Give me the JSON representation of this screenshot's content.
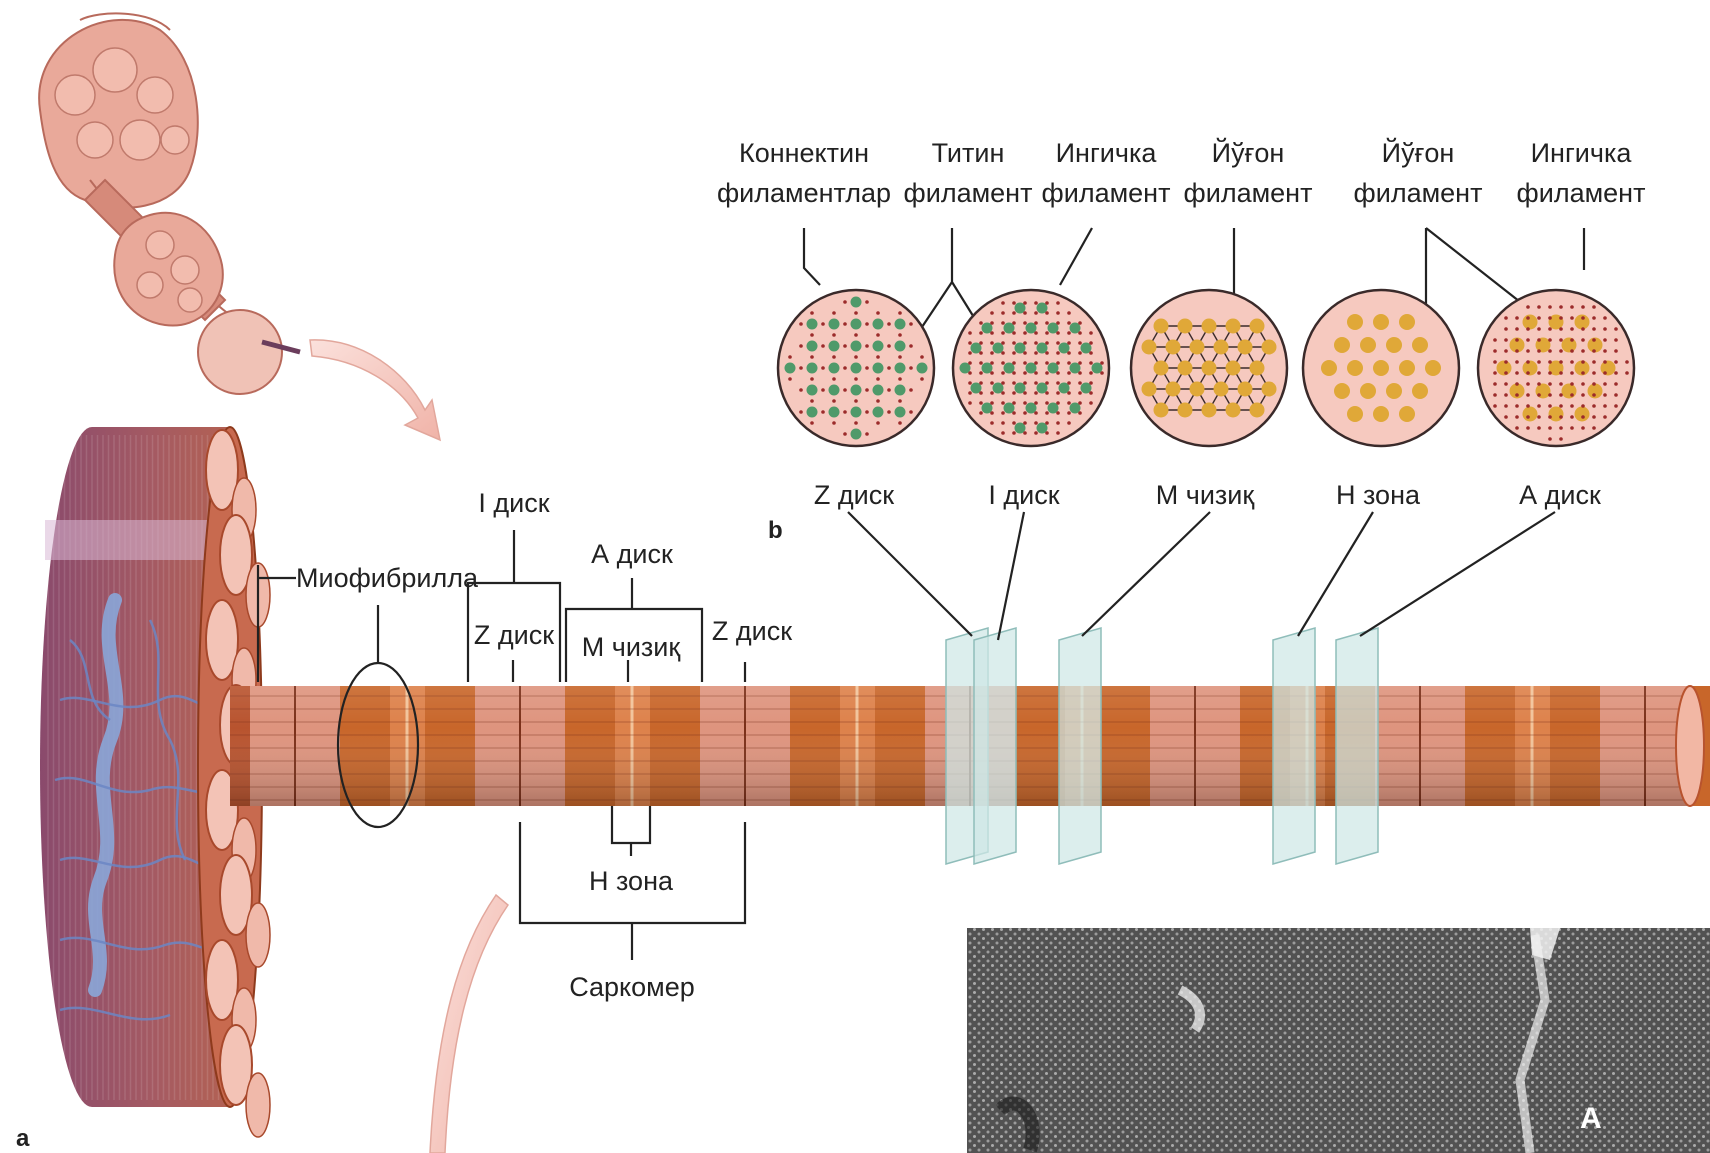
{
  "panel_labels": {
    "a": "a",
    "b": "b",
    "micrograph": "A"
  },
  "fiber_labels": {
    "myofibril": "Миофибрилла",
    "i_disc": "I диск",
    "a_disc": "А диск",
    "z_disc_left": "Z диск",
    "m_line": "M чизиқ",
    "z_disc_right": "Z диск",
    "h_zone": "H зона",
    "sarcomere": "Саркомер"
  },
  "filament_headers": [
    {
      "line1": "Коннектин",
      "line2": "филаментлар"
    },
    {
      "line1": "Титин",
      "line2": "филамент"
    },
    {
      "line1": "Ингичка",
      "line2": "филамент"
    },
    {
      "line1": "Йўғон",
      "line2": "филамент"
    },
    {
      "line1": "Йўғон",
      "line2": "филамент"
    },
    {
      "line1": "Ингичка",
      "line2": "филамент"
    }
  ],
  "cross_sections": [
    {
      "label": "Z диск",
      "pattern": "z-disc"
    },
    {
      "label": "I диск",
      "pattern": "i-disc"
    },
    {
      "label": "M чизиқ",
      "pattern": "m-line"
    },
    {
      "label": "H зона",
      "pattern": "h-zone"
    },
    {
      "label": "А диск",
      "pattern": "a-disc"
    }
  ],
  "colors": {
    "fiber": "#b8532e",
    "fiber_dark": "#8e3a1c",
    "a_band": "#c8662a",
    "i_band": "#e4a08c",
    "section_fill": "#f6c9bf",
    "thick_filament": "#e0a838",
    "thin_filament_dot": "#9c2b2b",
    "titin": "#4f9a6a",
    "plane": "#cfe8e6",
    "capillary": "#6b86c4"
  }
}
